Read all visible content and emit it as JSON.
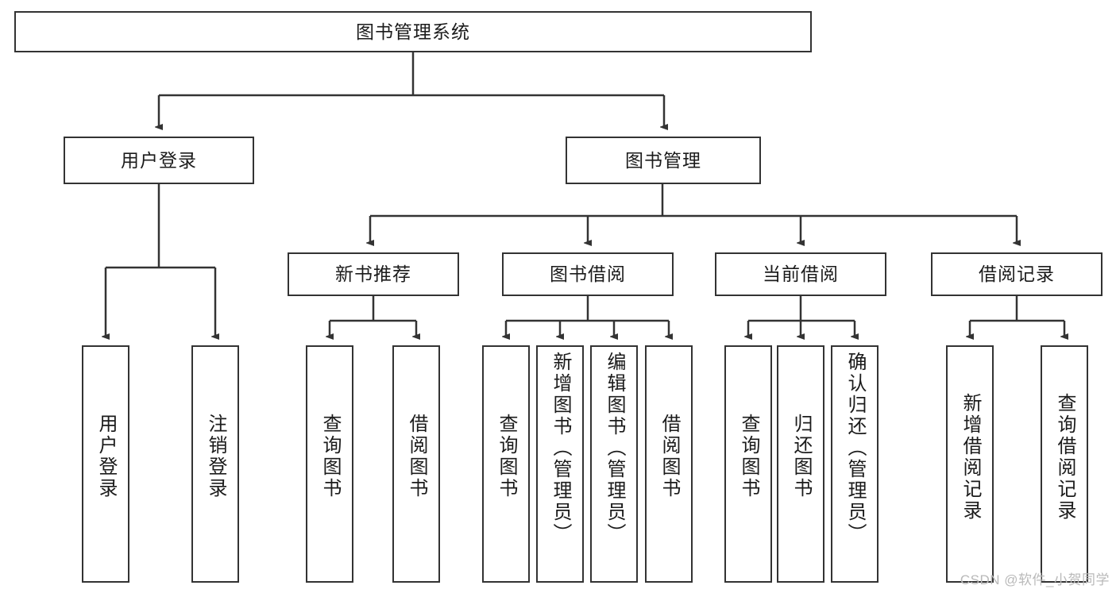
{
  "diagram": {
    "type": "tree-hierarchy",
    "title": "图书管理系统",
    "levels": 4,
    "colors": {
      "box_border": "#333333",
      "box_fill": "#ffffff",
      "connector": "#333333",
      "text": "#1b1b1b",
      "watermark": "#b9b9b9",
      "background": "#ffffff"
    },
    "root": {
      "label": "图书管理系统"
    },
    "level2": [
      {
        "label": "用户登录"
      },
      {
        "label": "图书管理"
      }
    ],
    "level3": [
      {
        "label": "新书推荐"
      },
      {
        "label": "图书借阅"
      },
      {
        "label": "当前借阅"
      },
      {
        "label": "借阅记录"
      }
    ],
    "leaves": {
      "user_login": [
        {
          "label": "用户登录"
        },
        {
          "label": "注销登录"
        }
      ],
      "new_book_recommend": [
        {
          "label": "查询图书"
        },
        {
          "label": "借阅图书"
        }
      ],
      "book_borrow": [
        {
          "label": "查询图书"
        },
        {
          "label": "新增图书（管理员）"
        },
        {
          "label": "编辑图书（管理员）"
        },
        {
          "label": "借阅图书"
        }
      ],
      "current_borrow": [
        {
          "label": "查询图书"
        },
        {
          "label": "归还图书"
        },
        {
          "label": "确认归还（管理员）"
        }
      ],
      "borrow_record": [
        {
          "label": "新增借阅记录"
        },
        {
          "label": "查询借阅记录"
        }
      ]
    }
  },
  "watermark": {
    "text": "CSDN @软件_小贺同学"
  }
}
